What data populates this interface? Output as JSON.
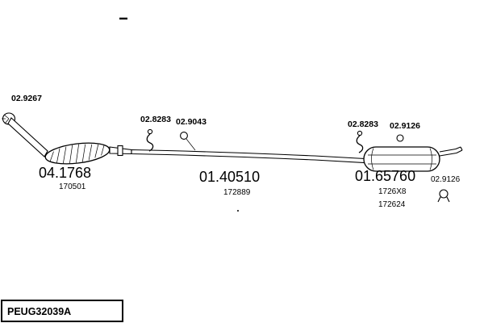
{
  "colors": {
    "ink": "#000000",
    "background": "#ffffff"
  },
  "diagram": {
    "part_code": "PEUG32039A",
    "labels": {
      "front_flange": "02.9267",
      "cat_number": "04.1768",
      "cat_ref": "170501",
      "front_hanger": "02.8283",
      "front_ring": "02.9043",
      "mid_number": "01.40510",
      "mid_ref": "172889",
      "rear_hanger": "02.8283",
      "rear_ring": "02.9126",
      "rear_number": "01.65760",
      "rear_ref1": "1726X8",
      "rear_ref2": "172624",
      "rear_clamp": "02.9126"
    }
  }
}
